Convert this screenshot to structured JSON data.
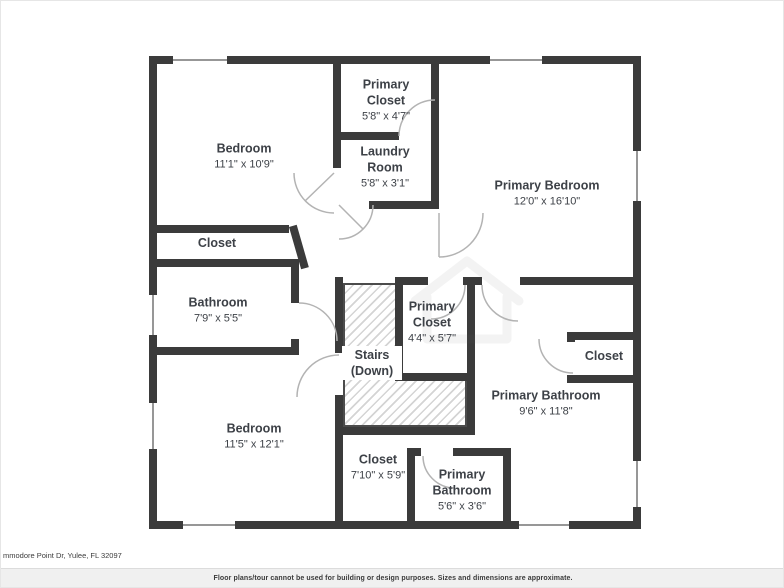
{
  "colors": {
    "wall": "#3b3b3b",
    "floor": "#ffffff",
    "window_line": "#979797",
    "door_arc": "#b3b3b3",
    "hatch_line": "#d4d4d4",
    "label_text": "#3d4147",
    "footer_bg": "#f0f0f0"
  },
  "rooms": [
    {
      "id": "bedroom-top-left",
      "name": "Bedroom",
      "dims": "11'1\" x 10'9\""
    },
    {
      "id": "primary-closet-top",
      "name": "Primary Closet",
      "dims": "5'8\" x 4'7\""
    },
    {
      "id": "laundry-room",
      "name": "Laundry Room",
      "dims": "5'8\" x 3'1\""
    },
    {
      "id": "primary-bedroom",
      "name": "Primary Bedroom",
      "dims": "12'0\" x 16'10\""
    },
    {
      "id": "closet-left",
      "name": "Closet",
      "dims": ""
    },
    {
      "id": "bathroom-left",
      "name": "Bathroom",
      "dims": "7'9\" x 5'5\""
    },
    {
      "id": "stairs",
      "name": "Stairs",
      "note": "(Down)"
    },
    {
      "id": "primary-closet-center",
      "name": "Primary Closet",
      "dims": "4'4\" x 5'7\""
    },
    {
      "id": "closet-right",
      "name": "Closet",
      "dims": ""
    },
    {
      "id": "primary-bathroom-right",
      "name": "Primary Bathroom",
      "dims": "9'6\" x 11'8\""
    },
    {
      "id": "bedroom-bottom",
      "name": "Bedroom",
      "dims": "11'5\" x 12'1\""
    },
    {
      "id": "closet-bottom",
      "name": "Closet",
      "dims": "7'10\" x 5'9\""
    },
    {
      "id": "primary-bathroom-bottom",
      "name": "Primary Bathroom",
      "dims": "5'6\" x 3'6\""
    }
  ],
  "footer": {
    "address": "mmodore Point Dr, Yulee, FL 32097",
    "disclaimer": "Floor plans/tour cannot be used for building or design purposes. Sizes and dimensions are approximate."
  }
}
